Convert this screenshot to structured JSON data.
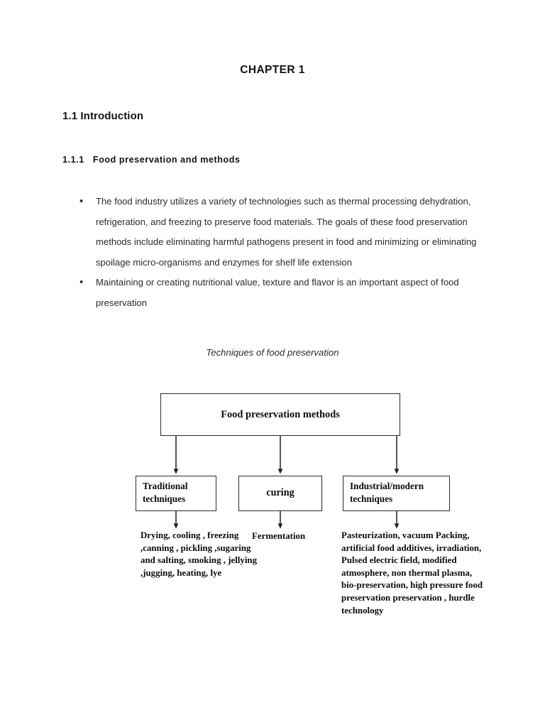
{
  "document": {
    "chapter_title": "CHAPTER 1",
    "section_heading": "1.1 Introduction",
    "subsection_heading": "1.1.1   Food preservation and methods",
    "bullets": [
      "The food industry utilizes a variety of technologies such as thermal processing dehydration, refrigeration, and freezing to preserve food materials. The goals of these food preservation methods include eliminating harmful pathogens present in food and minimizing or eliminating spoilage micro-organisms and enzymes for shelf life extension",
      "Maintaining or creating nutritional value, texture and flavor is an important aspect of food preservation"
    ],
    "bullet_marker": "•",
    "figure_caption": "Techniques of food preservation"
  },
  "diagram": {
    "root": {
      "label": "Food preservation methods"
    },
    "branches": [
      {
        "box_label": "Traditional techniques",
        "detail": "Drying, cooling , freezing ,canning , pickling ,sugaring and salting, smoking , jellying ,jugging, heating, lye"
      },
      {
        "box_label": "curing",
        "detail": "Fermentation"
      },
      {
        "box_label": "Industrial/modern techniques",
        "detail": "Pasteurization, vacuum Packing, artificial food additives, irradiation, Pulsed electric field, modified atmosphere, non thermal plasma, bio-preservation, high pressure food preservation preservation , hurdle technology"
      }
    ]
  },
  "style": {
    "page_background": "#ffffff",
    "text_color": "#2b2b2b",
    "heading_color": "#121212",
    "line_color": "#2a2a2a"
  }
}
